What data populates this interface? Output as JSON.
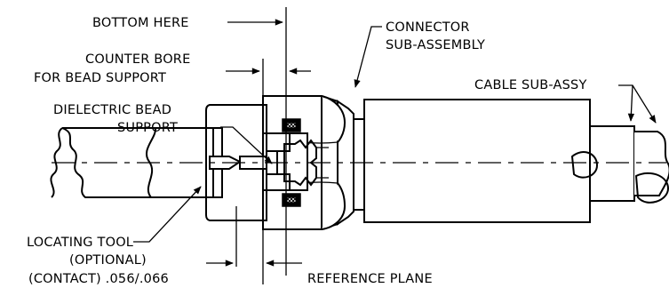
{
  "labels": {
    "bottom_here": "BOTTOM HERE",
    "counter_bore_line1": "COUNTER BORE",
    "counter_bore_line2": "FOR BEAD SUPPORT",
    "connector_line1": "CONNECTOR",
    "connector_line2": "SUB-ASSEMBLY",
    "cable_sub_assy": "CABLE SUB-ASSY",
    "dielectric_line1": "DIELECTRIC BEAD",
    "dielectric_line2": "SUPPORT",
    "locating_line1": "LOCATING TOOL",
    "locating_line2": "(OPTIONAL)",
    "contact_dim": "(CONTACT) .056/.066",
    "reference_plane": "REFERENCE PLANE"
  },
  "icons": [
    "hatch-pattern",
    "crosshatch-pattern",
    "arrow-head"
  ]
}
